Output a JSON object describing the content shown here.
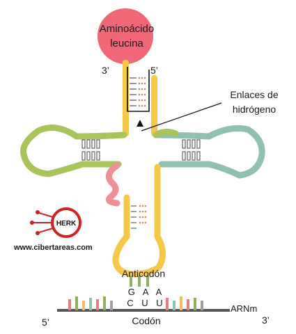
{
  "labels": {
    "amino_acid_line1": "Aminoácido",
    "amino_acid_line2": "leucina",
    "end_3_top": "3’",
    "end_5_top": "5’",
    "hbonds_line1": "Enlaces de",
    "hbonds_line2": "hidrógeno",
    "anticodon": "Anticodón",
    "anticodon_seq": "G A A",
    "codon_seq": "C U U",
    "codon": "Codón",
    "mrna": "ARNm",
    "end_5_bottom": "5’",
    "end_3_bottom": "3’",
    "website": "www.cibertareas.com",
    "logo_text": "HERK"
  },
  "colors": {
    "amino_acid": "#f06878",
    "acceptor_stem": "#f6c84a",
    "d_loop": "#a8c45a",
    "t_loop": "#8fc0b0",
    "variable_loop": "#ef8f98",
    "anticodon_arm": "#f6c84a",
    "mrna_strand": "#555555",
    "logo_red": "#cc2222"
  }
}
